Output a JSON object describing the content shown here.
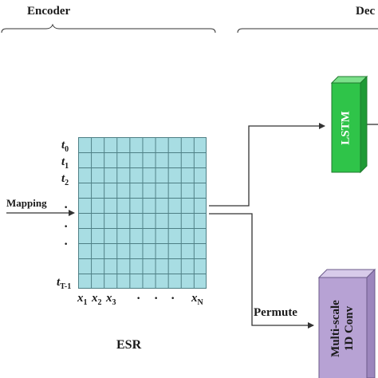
{
  "encoder": {
    "label": "Encoder"
  },
  "decoder": {
    "label": "Dec"
  },
  "mapping": {
    "label": "Mapping"
  },
  "esr": {
    "label": "ESR"
  },
  "permute": {
    "label": "Permute"
  },
  "lstm": {
    "label": "LSTM",
    "color": "#2fc449"
  },
  "conv": {
    "line1": "Multi-scale",
    "line2": "1D Conv",
    "color": "#b7a2d4"
  },
  "grid": {
    "color": "#a8dde3"
  },
  "t_labels": [
    {
      "base": "t",
      "sub": "0"
    },
    {
      "base": "t",
      "sub": "1"
    },
    {
      "base": "t",
      "sub": "2"
    },
    {
      "base": "t",
      "sub": "T-1"
    }
  ],
  "x_labels": [
    {
      "base": "x",
      "sub": "1"
    },
    {
      "base": "x",
      "sub": "2"
    },
    {
      "base": "x",
      "sub": "3"
    },
    {
      "base": "x",
      "sub": "N"
    }
  ]
}
